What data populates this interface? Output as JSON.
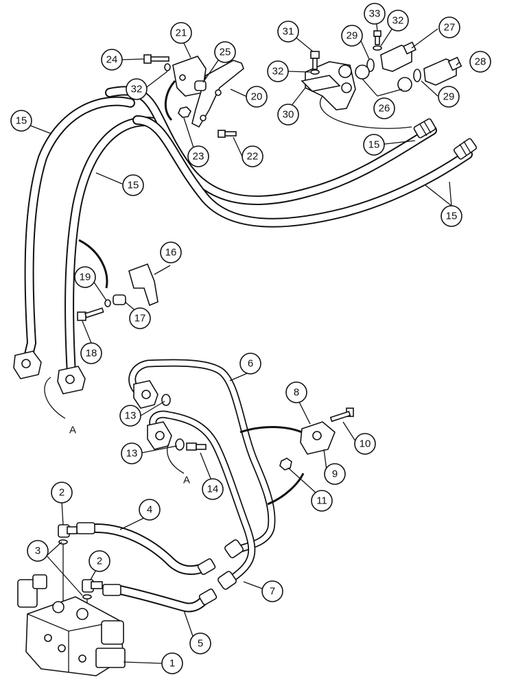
{
  "callouts": {
    "c1": "1",
    "c2a": "2",
    "c2b": "2",
    "c3": "3",
    "c4": "4",
    "c5": "5",
    "c6": "6",
    "c7": "7",
    "c8": "8",
    "c9": "9",
    "c10": "10",
    "c11": "11",
    "c13a": "13",
    "c13b": "13",
    "c14": "14",
    "c15a": "15",
    "c15b": "15",
    "c15c": "15",
    "c15d": "15",
    "c16": "16",
    "c17": "17",
    "c18": "18",
    "c19": "19",
    "c20": "20",
    "c21": "21",
    "c22": "22",
    "c23": "23",
    "c24": "24",
    "c25": "25",
    "c26": "26",
    "c27": "27",
    "c28": "28",
    "c29a": "29",
    "c29b": "29",
    "c30": "30",
    "c31": "31",
    "c32a": "32",
    "c32b": "32",
    "c32c": "32",
    "c33": "33"
  },
  "refs": {
    "a_upper": "A",
    "a_lower": "A"
  }
}
